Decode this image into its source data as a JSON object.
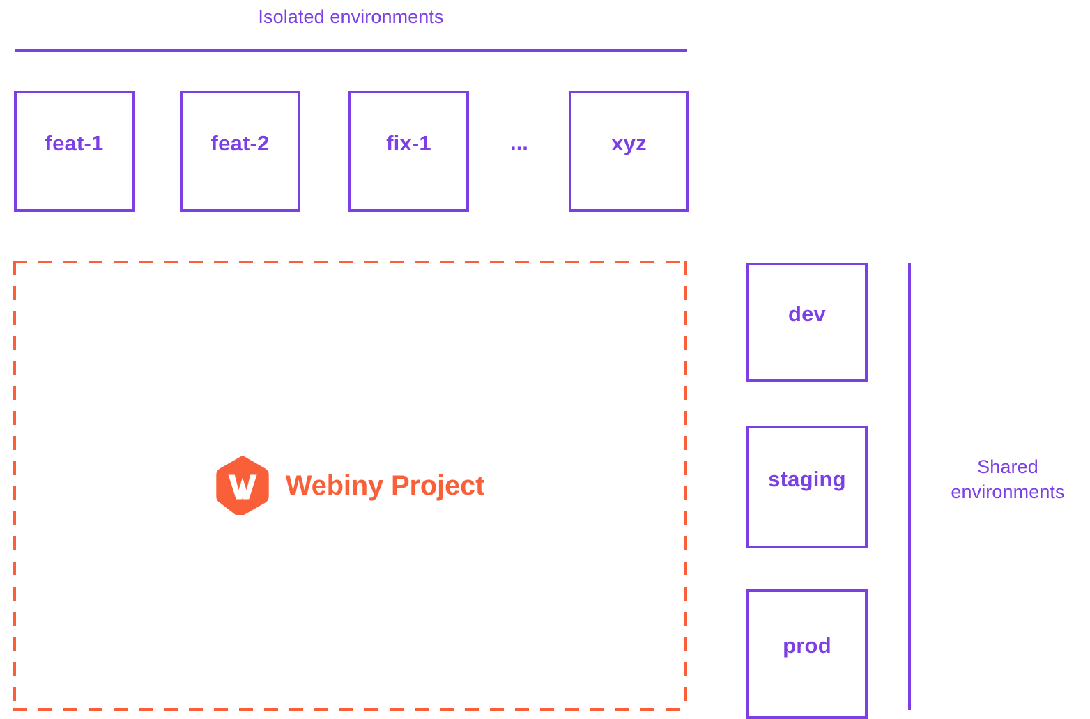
{
  "colors": {
    "purple": "#7b3fe4",
    "orange": "#f9603a",
    "background": "#ffffff",
    "logo_mark": "#ffffff"
  },
  "isolated": {
    "title": "Isolated environments",
    "boxes": [
      {
        "label": "feat-1"
      },
      {
        "label": "feat-2"
      },
      {
        "label": "fix-1"
      },
      {
        "label": "xyz"
      }
    ],
    "ellipsis": "..."
  },
  "project": {
    "name": "Webiny Project",
    "logo_icon": "webiny-hexagon-logo",
    "logo_letter": "W",
    "border_style": "dashed"
  },
  "shared": {
    "title_line_1": "Shared",
    "title_line_2": "environments",
    "boxes": [
      {
        "label": "dev"
      },
      {
        "label": "staging"
      },
      {
        "label": "prod"
      }
    ]
  }
}
